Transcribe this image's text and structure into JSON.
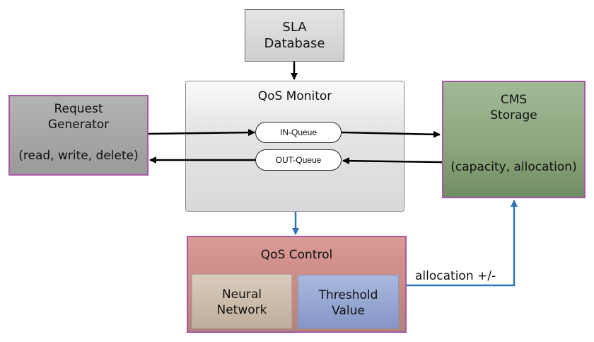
{
  "sla": {
    "line1": "SLA",
    "line2": "Database"
  },
  "request_generator": {
    "line1": "Request",
    "line2": "Generator",
    "line3": "(read, write, delete)"
  },
  "qos_monitor": {
    "title": "QoS Monitor"
  },
  "in_queue": {
    "label": "IN-Queue"
  },
  "out_queue": {
    "label": "OUT-Queue"
  },
  "cms": {
    "line1": "CMS",
    "line2": "Storage",
    "line3": "(capacity, allocation)"
  },
  "qos_control": {
    "title": "QoS Control"
  },
  "neural_network": {
    "line1": "Neural",
    "line2": "Network"
  },
  "threshold": {
    "line1": "Threshold",
    "line2": "Value"
  },
  "allocation": {
    "label": "allocation +/-"
  },
  "colors": {
    "arrow_black": "#000000",
    "arrow_blue": "#2e75b6",
    "border_purple": "#a757a3"
  }
}
